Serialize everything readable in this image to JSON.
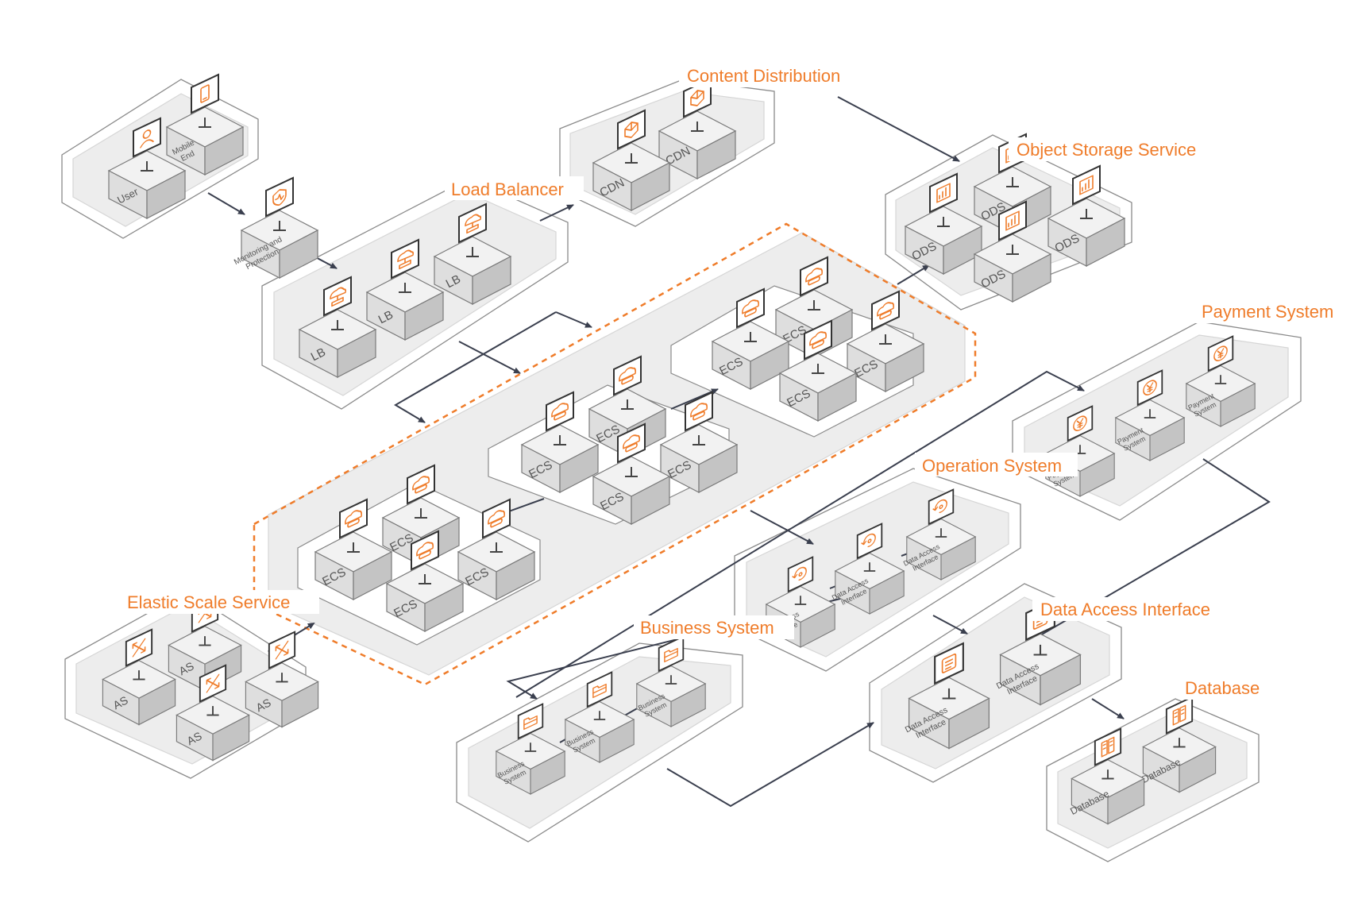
{
  "colors": {
    "accent": "#ef7c2a",
    "connector": "#3a3f4e",
    "frame": "#8a8a8a",
    "panel": "#ededed"
  },
  "groups": {
    "content_distribution": {
      "title": "Content Distribution"
    },
    "load_balancer": {
      "title": "Load Balancer"
    },
    "object_storage": {
      "title": "Object Storage Service"
    },
    "payment": {
      "title": "Payment System"
    },
    "operation": {
      "title": "Operation System"
    },
    "data_access": {
      "title": "Data Access Interface"
    },
    "business": {
      "title": "Business System"
    },
    "database": {
      "title": "Database"
    },
    "elastic_scale": {
      "title": "Elastic Scale Service"
    }
  },
  "nodes": [
    {
      "id": "user",
      "label": [
        "User"
      ],
      "icon": "user-icon"
    },
    {
      "id": "mobile",
      "label": [
        "Mobile",
        "End"
      ],
      "icon": "mobile-icon"
    },
    {
      "id": "monitor",
      "label": [
        "Monitoring and",
        "Protection"
      ],
      "icon": "shield-icon"
    },
    {
      "id": "lb1",
      "label": [
        "LB"
      ],
      "icon": "load-balancer-icon"
    },
    {
      "id": "lb2",
      "label": [
        "LB"
      ],
      "icon": "load-balancer-icon"
    },
    {
      "id": "lb3",
      "label": [
        "LB"
      ],
      "icon": "load-balancer-icon"
    },
    {
      "id": "cdn1",
      "label": [
        "CDN"
      ],
      "icon": "cube-icon"
    },
    {
      "id": "cdn2",
      "label": [
        "CDN"
      ],
      "icon": "cube-icon"
    },
    {
      "id": "ods1",
      "label": [
        "ODS"
      ],
      "icon": "storage-chart-icon"
    },
    {
      "id": "ods2",
      "label": [
        "ODS"
      ],
      "icon": "storage-chart-icon"
    },
    {
      "id": "ods3",
      "label": [
        "ODS"
      ],
      "icon": "storage-chart-icon"
    },
    {
      "id": "ods4",
      "label": [
        "ODS"
      ],
      "icon": "storage-chart-icon"
    },
    {
      "id": "ecs_a1",
      "label": [
        "ECS"
      ],
      "icon": "cloud-server-icon"
    },
    {
      "id": "ecs_a2",
      "label": [
        "ECS"
      ],
      "icon": "cloud-server-icon"
    },
    {
      "id": "ecs_a3",
      "label": [
        "ECS"
      ],
      "icon": "cloud-server-icon"
    },
    {
      "id": "ecs_a4",
      "label": [
        "ECS"
      ],
      "icon": "cloud-server-icon"
    },
    {
      "id": "ecs_b1",
      "label": [
        "ECS"
      ],
      "icon": "cloud-server-icon"
    },
    {
      "id": "ecs_b2",
      "label": [
        "ECS"
      ],
      "icon": "cloud-server-icon"
    },
    {
      "id": "ecs_b3",
      "label": [
        "ECS"
      ],
      "icon": "cloud-server-icon"
    },
    {
      "id": "ecs_b4",
      "label": [
        "ECS"
      ],
      "icon": "cloud-server-icon"
    },
    {
      "id": "ecs_c1",
      "label": [
        "ECS"
      ],
      "icon": "cloud-server-icon"
    },
    {
      "id": "ecs_c2",
      "label": [
        "ECS"
      ],
      "icon": "cloud-server-icon"
    },
    {
      "id": "ecs_c3",
      "label": [
        "ECS"
      ],
      "icon": "cloud-server-icon"
    },
    {
      "id": "ecs_c4",
      "label": [
        "ECS"
      ],
      "icon": "cloud-server-icon"
    },
    {
      "id": "pay1",
      "label": [
        "Payment",
        "System"
      ],
      "icon": "yen-icon"
    },
    {
      "id": "pay2",
      "label": [
        "Payment",
        "System"
      ],
      "icon": "yen-icon"
    },
    {
      "id": "pay3",
      "label": [
        "Payment",
        "System"
      ],
      "icon": "yen-icon"
    },
    {
      "id": "op1",
      "label": [
        "Data Access",
        "Interface"
      ],
      "icon": "refresh-cycle-icon"
    },
    {
      "id": "op2",
      "label": [
        "Data Access",
        "Interface"
      ],
      "icon": "refresh-cycle-icon"
    },
    {
      "id": "op3",
      "label": [
        "Data Access",
        "Interface"
      ],
      "icon": "refresh-cycle-icon"
    },
    {
      "id": "dai1",
      "label": [
        "Data Access",
        "Interface"
      ],
      "icon": "database-interface-icon"
    },
    {
      "id": "dai2",
      "label": [
        "Data Access",
        "Interface"
      ],
      "icon": "database-interface-icon"
    },
    {
      "id": "bs1",
      "label": [
        "Business",
        "System"
      ],
      "icon": "folder-window-icon"
    },
    {
      "id": "bs2",
      "label": [
        "Business",
        "System"
      ],
      "icon": "folder-window-icon"
    },
    {
      "id": "bs3",
      "label": [
        "Business",
        "System"
      ],
      "icon": "folder-window-icon"
    },
    {
      "id": "db1",
      "label": [
        "Database"
      ],
      "icon": "database-icon"
    },
    {
      "id": "db2",
      "label": [
        "Database"
      ],
      "icon": "database-icon"
    },
    {
      "id": "as1",
      "label": [
        "AS"
      ],
      "icon": "scale-arrows-icon"
    },
    {
      "id": "as2",
      "label": [
        "AS"
      ],
      "icon": "scale-arrows-icon"
    },
    {
      "id": "as3",
      "label": [
        "AS"
      ],
      "icon": "scale-arrows-icon"
    },
    {
      "id": "as4",
      "label": [
        "AS"
      ],
      "icon": "scale-arrows-icon"
    }
  ]
}
